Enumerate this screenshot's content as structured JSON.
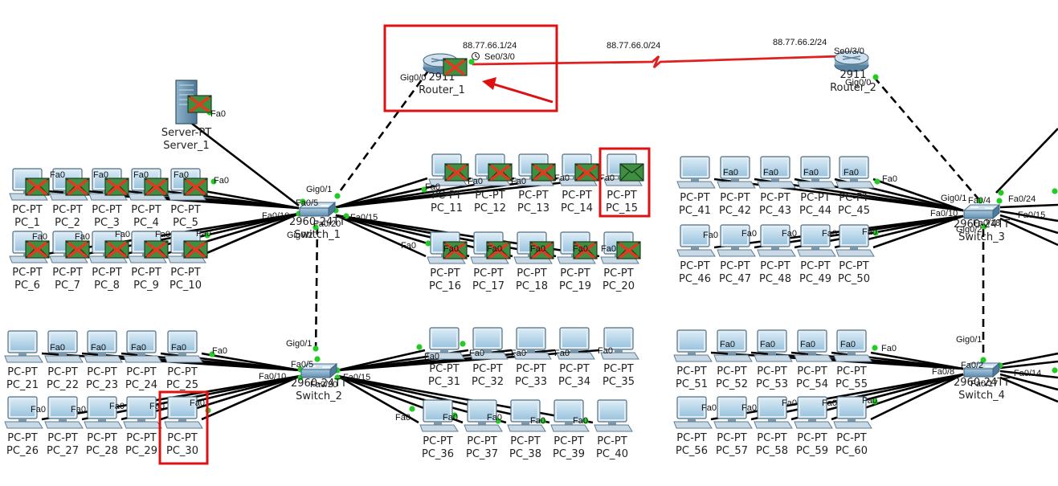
{
  "networks": {
    "wan_subnet": "88.77.66.0/24",
    "r1_ip": "88.77.66.1/24",
    "r2_ip": "88.77.66.2/24"
  },
  "colors": {
    "serial_link": "#e02020",
    "highlight_box": "#dd1111",
    "link_dot": "#22cc22",
    "copper": "#000000",
    "pdu_fail": "#e23a1e",
    "pdu_ok": "#2a8a3a"
  },
  "devices": {
    "router_1": {
      "model": "2911",
      "name": "Router_1",
      "port_gig": "Gig0/0",
      "port_serial": "Se0/3/0"
    },
    "router_2": {
      "model": "2911",
      "name": "Router_2",
      "port_gig": "Gig0/0",
      "port_serial": "Se0/3/0"
    },
    "server_1": {
      "model": "Server-PT",
      "name": "Server_1",
      "port": "Fa0"
    },
    "switch_1": {
      "model": "2960-24TT",
      "name": "Switch_1",
      "ports": [
        "Gig0/1",
        "Fa0/5",
        "Fa0/10",
        "Fa0/20",
        "Fa0/15",
        "Gig0/2"
      ]
    },
    "switch_2": {
      "model": "2960-24TT",
      "name": "Switch_2",
      "ports": [
        "Gig0/1",
        "Fa0/5",
        "Fa0/10",
        "Fa0/20",
        "Fa0/15"
      ]
    },
    "switch_3": {
      "model": "2960-24TT",
      "name": "Switch_3",
      "ports": [
        "Gig0/1",
        "Fa0/4",
        "Fa0/10",
        "Fa0/18",
        "Fa0/24",
        "Fa0/15",
        "Gig0/2"
      ]
    },
    "switch_4": {
      "model": "2960-24TT",
      "name": "Switch_4",
      "ports": [
        "Gig0/1",
        "Fa0/2",
        "Fa0/8",
        "Fa0/17",
        "Fa0/14"
      ]
    }
  },
  "pc_model": "PC-PT",
  "pc_port": "Fa0",
  "pcs": [
    {
      "name": "PC_1",
      "status": "fail"
    },
    {
      "name": "PC_2",
      "status": "fail"
    },
    {
      "name": "PC_3",
      "status": "fail"
    },
    {
      "name": "PC_4",
      "status": "fail"
    },
    {
      "name": "PC_5",
      "status": "fail"
    },
    {
      "name": "PC_6",
      "status": "fail"
    },
    {
      "name": "PC_7",
      "status": "fail"
    },
    {
      "name": "PC_8",
      "status": "fail"
    },
    {
      "name": "PC_9",
      "status": "fail"
    },
    {
      "name": "PC_10",
      "status": "fail"
    },
    {
      "name": "PC_11",
      "status": "fail"
    },
    {
      "name": "PC_12",
      "status": "fail"
    },
    {
      "name": "PC_13",
      "status": "fail"
    },
    {
      "name": "PC_14",
      "status": "fail"
    },
    {
      "name": "PC_15",
      "status": "ok"
    },
    {
      "name": "PC_16",
      "status": "fail"
    },
    {
      "name": "PC_17",
      "status": "fail"
    },
    {
      "name": "PC_18",
      "status": "fail"
    },
    {
      "name": "PC_19",
      "status": "fail"
    },
    {
      "name": "PC_20",
      "status": "fail"
    },
    {
      "name": "PC_21",
      "status": ""
    },
    {
      "name": "PC_22",
      "status": ""
    },
    {
      "name": "PC_23",
      "status": ""
    },
    {
      "name": "PC_24",
      "status": ""
    },
    {
      "name": "PC_25",
      "status": ""
    },
    {
      "name": "PC_26",
      "status": ""
    },
    {
      "name": "PC_27",
      "status": ""
    },
    {
      "name": "PC_28",
      "status": ""
    },
    {
      "name": "PC_29",
      "status": ""
    },
    {
      "name": "PC_30",
      "status": ""
    },
    {
      "name": "PC_31",
      "status": ""
    },
    {
      "name": "PC_32",
      "status": ""
    },
    {
      "name": "PC_33",
      "status": ""
    },
    {
      "name": "PC_34",
      "status": ""
    },
    {
      "name": "PC_35",
      "status": ""
    },
    {
      "name": "PC_36",
      "status": ""
    },
    {
      "name": "PC_37",
      "status": ""
    },
    {
      "name": "PC_38",
      "status": ""
    },
    {
      "name": "PC_39",
      "status": ""
    },
    {
      "name": "PC_40",
      "status": ""
    },
    {
      "name": "PC_41",
      "status": ""
    },
    {
      "name": "PC_42",
      "status": ""
    },
    {
      "name": "PC_43",
      "status": ""
    },
    {
      "name": "PC_44",
      "status": ""
    },
    {
      "name": "PC_45",
      "status": ""
    },
    {
      "name": "PC_46",
      "status": ""
    },
    {
      "name": "PC_47",
      "status": ""
    },
    {
      "name": "PC_48",
      "status": ""
    },
    {
      "name": "PC_49",
      "status": ""
    },
    {
      "name": "PC_50",
      "status": ""
    },
    {
      "name": "PC_51",
      "status": ""
    },
    {
      "name": "PC_52",
      "status": ""
    },
    {
      "name": "PC_53",
      "status": ""
    },
    {
      "name": "PC_54",
      "status": ""
    },
    {
      "name": "PC_55",
      "status": ""
    },
    {
      "name": "PC_56",
      "status": ""
    },
    {
      "name": "PC_57",
      "status": ""
    },
    {
      "name": "PC_58",
      "status": ""
    },
    {
      "name": "PC_59",
      "status": ""
    },
    {
      "name": "PC_60",
      "status": ""
    }
  ],
  "icons": {
    "pdu": "envelope-icon",
    "failed_pdu": "x-mark-icon",
    "clock": "clock-icon",
    "arrow": "arrow-left-icon"
  }
}
